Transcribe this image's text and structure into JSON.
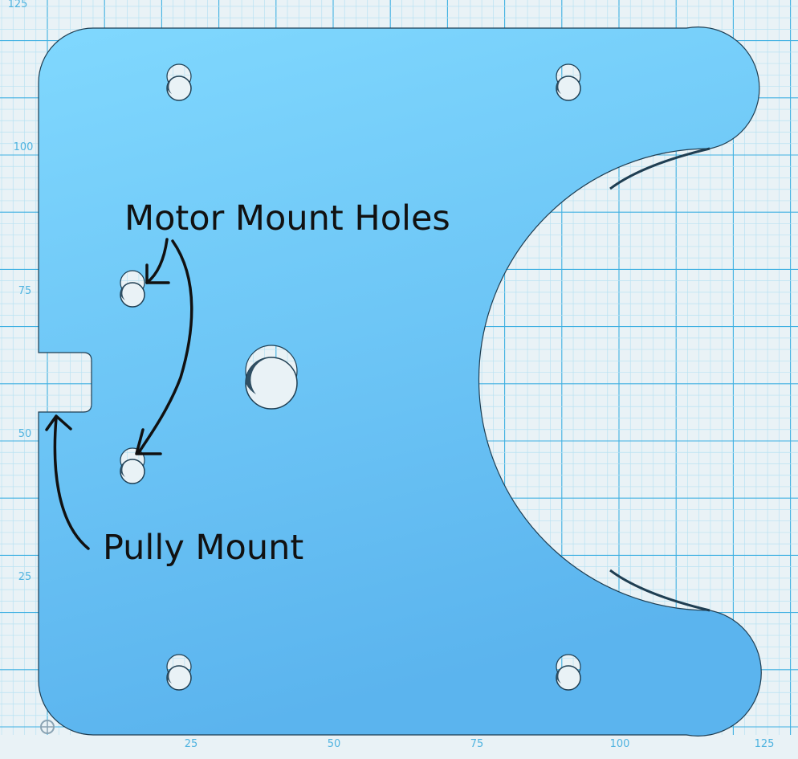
{
  "viewport": {
    "colors": {
      "background": "#e9f2f6",
      "grid_minor": "#b9e2f2",
      "grid_major": "#3fb0e2",
      "part_top": "#7fd6fd",
      "part_bottom": "#5bb6ef",
      "annotation_ink": "#111111"
    }
  },
  "ruler": {
    "x_ticks": [
      "25",
      "50",
      "75",
      "100",
      "125"
    ],
    "y_ticks": [
      "125",
      "100",
      "75",
      "50",
      "25"
    ]
  },
  "annotations": {
    "motor_mount_holes": "Motor Mount Holes",
    "pully_mount": "Pully Mount"
  },
  "origin_icon": "origin-crosshair-icon"
}
